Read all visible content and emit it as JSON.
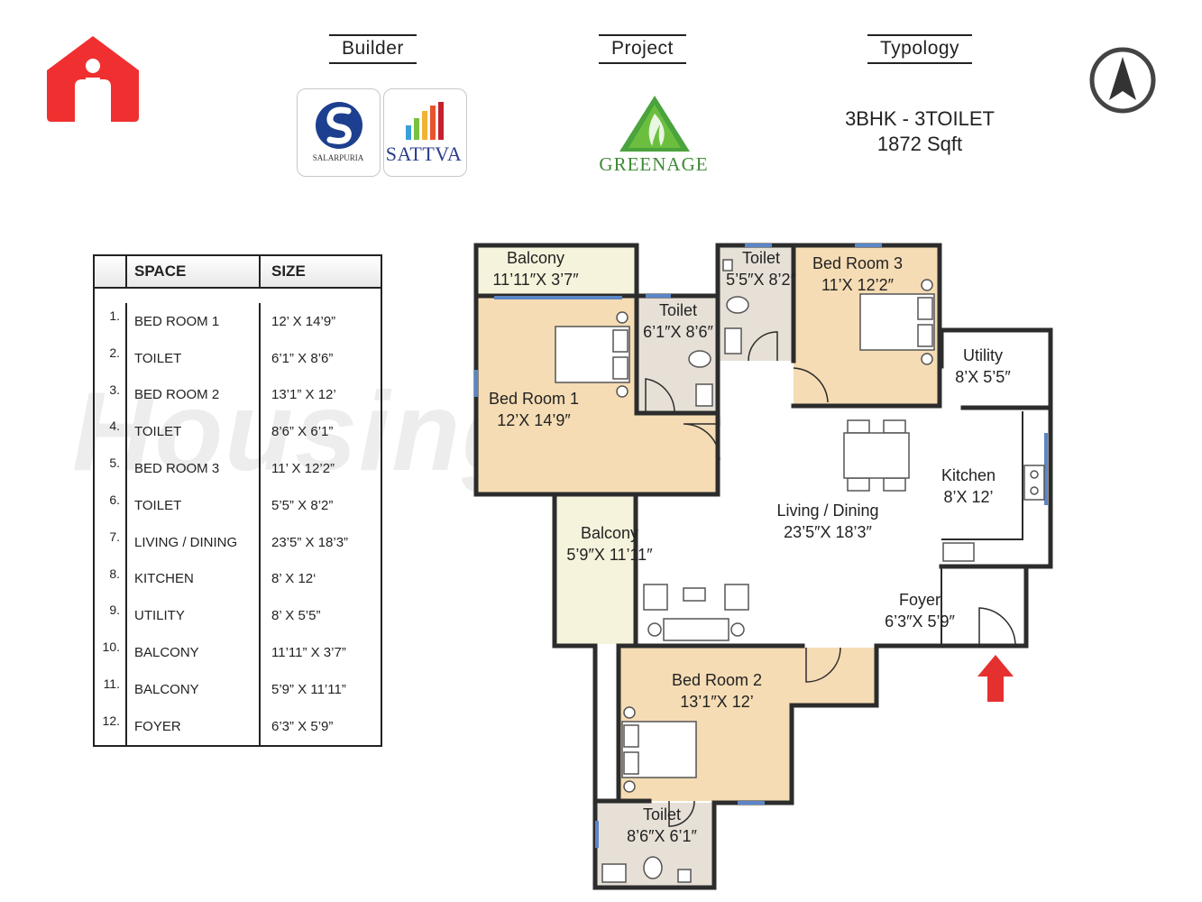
{
  "header": {
    "builder_label": "Builder",
    "project_label": "Project",
    "typology_label": "Typology"
  },
  "builder": {
    "logo1_text": "SALARPURIA",
    "logo2_text": "SATTVA"
  },
  "project": {
    "name": "GREENAGE"
  },
  "typology": {
    "config": "3BHK - 3TOILET",
    "area": "1872 Sqft"
  },
  "watermark": "HousingMan.com",
  "table": {
    "headers": [
      "SPACE",
      "SIZE"
    ],
    "rows": [
      {
        "num": "1.",
        "space": "BED ROOM 1",
        "size": "12’ X 14’9”"
      },
      {
        "num": "2.",
        "space": "TOILET",
        "size": "6’1” X 8’6”"
      },
      {
        "num": "3.",
        "space": "BED ROOM 2",
        "size": "13’1” X 12’"
      },
      {
        "num": "4.",
        "space": "TOILET",
        "size": "8’6” X 6’1”"
      },
      {
        "num": "5.",
        "space": "BED ROOM 3",
        "size": "11’ X 12’2”"
      },
      {
        "num": "6.",
        "space": "TOILET",
        "size": "5’5” X 8’2”"
      },
      {
        "num": "7.",
        "space": "LIVING / DINING",
        "size": "23’5” X 18’3”"
      },
      {
        "num": "8.",
        "space": "KITCHEN",
        "size": "8’ X  12‘"
      },
      {
        "num": "9.",
        "space": "UTILITY",
        "size": "8’ X 5’5”"
      },
      {
        "num": "10.",
        "space": "BALCONY",
        "size": "11’11” X 3’7”"
      },
      {
        "num": "11.",
        "space": "BALCONY",
        "size": "5’9” X 11’11”"
      },
      {
        "num": "12.",
        "space": "FOYER",
        "size": "6’3” X 5’9”"
      }
    ]
  },
  "plan": {
    "balcony_top": {
      "name": "Balcony",
      "size": "11’11″X 3’7″"
    },
    "toilet_br3": {
      "name": "Toilet",
      "size": "5’5″X 8’2″"
    },
    "bedroom3": {
      "name": "Bed Room 3",
      "size": "11’X 12’2″"
    },
    "toilet_br1": {
      "name": "Toilet",
      "size": "6’1″X 8’6″"
    },
    "bedroom1": {
      "name": "Bed Room 1",
      "size": "12’X 14’9″"
    },
    "utility": {
      "name": "Utility",
      "size": "8’X 5’5″"
    },
    "kitchen": {
      "name": "Kitchen",
      "size": "8’X 12’"
    },
    "living": {
      "name": "Living / Dining",
      "size": "23’5″X 18’3″"
    },
    "balcony_side": {
      "name": "Balcony",
      "size": "5’9″X 11’11″"
    },
    "foyer": {
      "name": "Foyer",
      "size": "6’3″X 5’9″"
    },
    "bedroom2": {
      "name": "Bed Room 2",
      "size": "13’1″X 12’"
    },
    "toilet_br2": {
      "name": "Toilet",
      "size": "8’6″X 6’1″"
    }
  },
  "colors": {
    "home_icon": "#f03030",
    "entry_arrow": "#e53030",
    "bedroom_fill": "#f5dcb4",
    "toilet_fill": "#e6e0d7",
    "balcony_fill": "#f6f3dc",
    "wall": "#2c2c2c",
    "window": "#5b86c8",
    "project_green": "#3e8b36",
    "sattva_blue": "#2a3d8a"
  }
}
